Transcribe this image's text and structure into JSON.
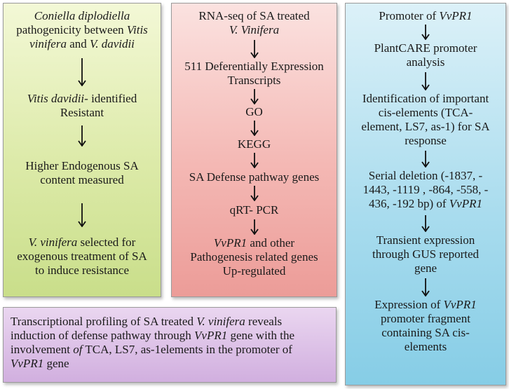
{
  "panel_left": {
    "steps": [
      {
        "parts": [
          {
            "t": "Coniella diplodiella",
            "i": true
          },
          {
            "t": "\npathogenicity between "
          },
          {
            "t": "Vitis\nvinifera",
            "i": true
          },
          {
            "t": " and "
          },
          {
            "t": "V. davidii",
            "i": true
          }
        ]
      },
      {
        "parts": [
          {
            "t": "Vitis davidii",
            "i": true
          },
          {
            "t": "- identified\nResistant"
          }
        ]
      },
      {
        "parts": [
          {
            "t": "Higher Endogenous SA\ncontent measured"
          }
        ]
      },
      {
        "parts": [
          {
            "t": "V. vinifera",
            "i": true
          },
          {
            "t": " selected for\nexogenous treatment of SA\nto induce resistance"
          }
        ]
      }
    ]
  },
  "panel_middle": {
    "steps": [
      {
        "parts": [
          {
            "t": "RNA-seq of SA treated\n"
          },
          {
            "t": "V. Vinifera",
            "i": true
          }
        ]
      },
      {
        "parts": [
          {
            "t": "511 Deferentially Expression\nTranscripts"
          }
        ]
      },
      {
        "parts": [
          {
            "t": "GO"
          }
        ]
      },
      {
        "parts": [
          {
            "t": "KEGG"
          }
        ]
      },
      {
        "parts": [
          {
            "t": "SA Defense pathway genes"
          }
        ]
      },
      {
        "parts": [
          {
            "t": "qRT- PCR"
          }
        ]
      },
      {
        "parts": [
          {
            "t": "VvPR1",
            "i": true
          },
          {
            "t": " and other\nPathogenesis related genes\nUp-regulated"
          }
        ]
      }
    ]
  },
  "panel_right": {
    "steps": [
      {
        "parts": [
          {
            "t": "Promoter of "
          },
          {
            "t": "VvPR1",
            "i": true
          }
        ]
      },
      {
        "parts": [
          {
            "t": "PlantCARE  promoter\nanalysis"
          }
        ]
      },
      {
        "parts": [
          {
            "t": "Identification of important\ncis-elements (TCA-\nelement, LS7, as-1) for SA\nresponse"
          }
        ]
      },
      {
        "parts": [
          {
            "t": "Serial deletion (-1837, -\n1443, -1119 , -864, -558, -\n436, -192 bp) of "
          },
          {
            "t": "VvPR1",
            "i": true
          }
        ]
      },
      {
        "parts": [
          {
            "t": "Transient expression\nthrough GUS reported\ngene"
          }
        ]
      },
      {
        "parts": [
          {
            "t": "Expression of "
          },
          {
            "t": "VvPR1",
            "i": true
          },
          {
            "t": "\npromoter fragment\ncontaining SA cis-\nelements"
          }
        ]
      }
    ]
  },
  "panel_bottom": {
    "parts": [
      {
        "t": "Transcriptional  profiling of SA treated "
      },
      {
        "t": "V. vinifera",
        "i": true
      },
      {
        "t": " reveals\ninduction of defense pathway through "
      },
      {
        "t": "VvPR1",
        "i": true
      },
      {
        "t": " gene with the\ninvolvement "
      },
      {
        "t": "of",
        "i": true
      },
      {
        "t": " TCA, LS7, as-1elements in the promoter of\n"
      },
      {
        "t": "VvPR1",
        "i": true
      },
      {
        "t": " gene"
      }
    ]
  }
}
